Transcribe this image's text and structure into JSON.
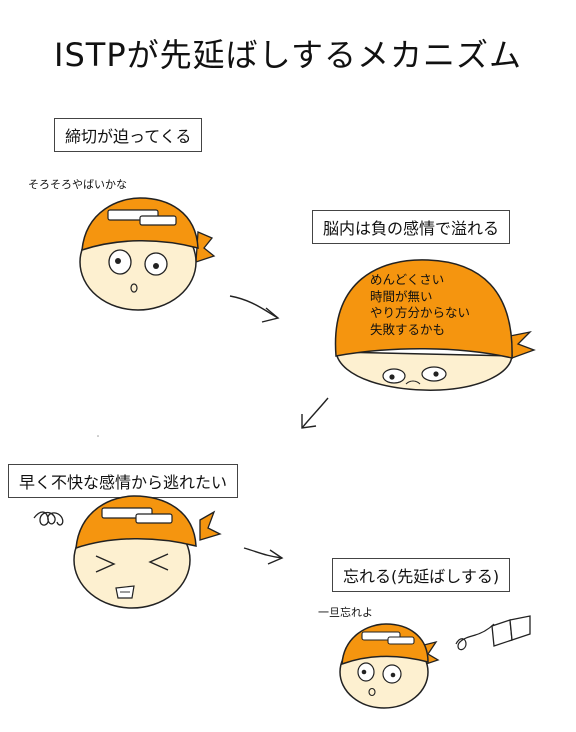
{
  "title": "ISTPが先延ばしするメカニズム",
  "steps": [
    {
      "label": "締切が迫ってくる",
      "note": "そろそろやばいかな"
    },
    {
      "label": "脳内は負の感情で溢れる",
      "thoughts": [
        "めんどくさい",
        "時間が無い",
        "やり方分からない",
        "失敗するかも"
      ]
    },
    {
      "label": "早く不快な感情から逃れたい"
    },
    {
      "label": "忘れる(先延ばしする)",
      "note": "一旦忘れよ"
    }
  ],
  "colors": {
    "bandana": "#f5950f",
    "skin": "#fdf0d0",
    "line": "#222222"
  }
}
